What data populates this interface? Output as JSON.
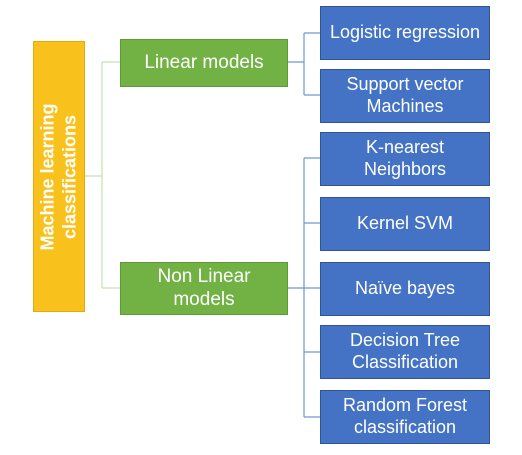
{
  "diagram": {
    "root": {
      "label": "Machine learning\nclassifications"
    },
    "categories": [
      {
        "label": "Linear models",
        "children": [
          "Logistic regression",
          "Support vector\nMachines"
        ]
      },
      {
        "label": "Non Linear\nmodels",
        "children": [
          "K-nearest\nNeighbors",
          "Kernel SVM",
          "Naïve bayes",
          "Decision Tree\nClassification",
          "Random Forest\nclassification"
        ]
      }
    ]
  },
  "colors": {
    "root": "#f9c11b",
    "category": "#72b245",
    "leaf": "#4472c4"
  }
}
